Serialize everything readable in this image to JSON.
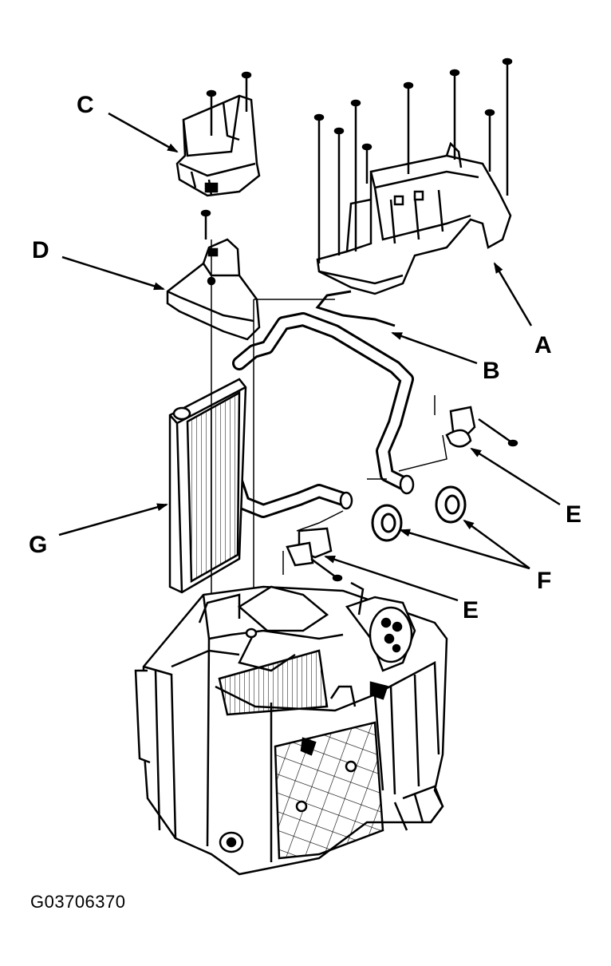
{
  "callouts": {
    "a": "A",
    "b": "B",
    "c": "C",
    "d": "D",
    "e_upper": "E",
    "e_lower": "E",
    "f": "F",
    "g": "G"
  },
  "figure_id": "G03706370",
  "colors": {
    "line": "#000000",
    "background": "#ffffff",
    "shade": "#d9d9d9"
  }
}
